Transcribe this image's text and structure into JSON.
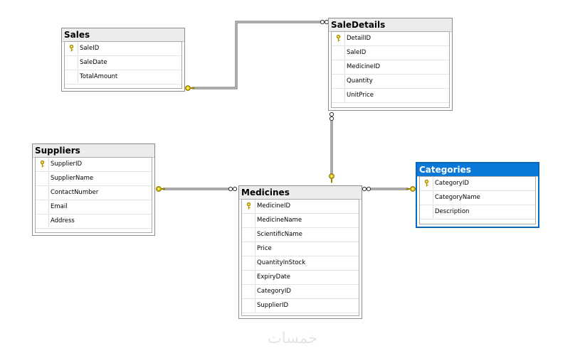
{
  "tables": [
    {
      "id": "sales",
      "title": "Sales",
      "columns": [
        {
          "name": "SaleID",
          "pk": true
        },
        {
          "name": "SaleDate",
          "pk": false
        },
        {
          "name": "TotalAmount",
          "pk": false
        }
      ]
    },
    {
      "id": "saledetails",
      "title": "SaleDetails",
      "columns": [
        {
          "name": "DetailID",
          "pk": true
        },
        {
          "name": "SaleID",
          "pk": false
        },
        {
          "name": "MedicineID",
          "pk": false
        },
        {
          "name": "Quantity",
          "pk": false
        },
        {
          "name": "UnitPrice",
          "pk": false
        }
      ]
    },
    {
      "id": "suppliers",
      "title": "Suppliers",
      "columns": [
        {
          "name": "SupplierID",
          "pk": true
        },
        {
          "name": "SupplierName",
          "pk": false
        },
        {
          "name": "ContactNumber",
          "pk": false
        },
        {
          "name": "Email",
          "pk": false
        },
        {
          "name": "Address",
          "pk": false
        }
      ]
    },
    {
      "id": "medicines",
      "title": "Medicines",
      "columns": [
        {
          "name": "MedicineID",
          "pk": true
        },
        {
          "name": "MedicineName",
          "pk": false
        },
        {
          "name": "ScientificName",
          "pk": false
        },
        {
          "name": "Price",
          "pk": false
        },
        {
          "name": "QuantityInStock",
          "pk": false
        },
        {
          "name": "ExpiryDate",
          "pk": false
        },
        {
          "name": "CategoryID",
          "pk": false
        },
        {
          "name": "SupplierID",
          "pk": false
        }
      ]
    },
    {
      "id": "categories",
      "title": "Categories",
      "selected": true,
      "columns": [
        {
          "name": "CategoryID",
          "pk": true
        },
        {
          "name": "CategoryName",
          "pk": false
        },
        {
          "name": "Description",
          "pk": false
        }
      ]
    }
  ],
  "relationships": [
    {
      "one": "sales",
      "many": "saledetails"
    },
    {
      "one": "medicines",
      "many": "saledetails"
    },
    {
      "one": "suppliers",
      "many": "medicines"
    },
    {
      "one": "categories",
      "many": "medicines"
    }
  ],
  "icons": {
    "primary_key": "key-icon",
    "one_end": "key-icon",
    "many_end": "infinity-icon"
  },
  "colors": {
    "selected_header": "#0a78d7",
    "key": "#d8b800",
    "line": "#555555"
  },
  "watermark": "خمسات"
}
